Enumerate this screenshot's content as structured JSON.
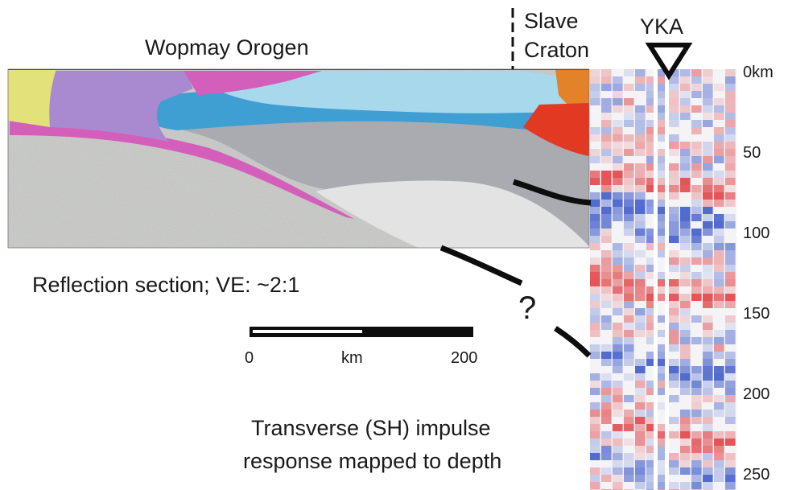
{
  "labels": {
    "orogen": "Wopmay Orogen",
    "craton_line1": "Slave",
    "craton_line2": "Craton",
    "station": "YKA",
    "reflection": "Reflection section; VE: ~2:1",
    "question": "?",
    "receiver_line1": "Transverse (SH) impulse",
    "receiver_line2": "response mapped to depth"
  },
  "scale_bar": {
    "start": "0",
    "unit": "km",
    "end": "200"
  },
  "depth_axis": {
    "ticks": [
      "0km",
      "50",
      "100",
      "150",
      "200",
      "250"
    ],
    "values_km": [
      0,
      50,
      100,
      150,
      200,
      250
    ]
  },
  "colors": {
    "yellow_unit": "#e3e27a",
    "purple_unit": "#a98ad0",
    "magenta_unit": "#d45fbb",
    "light_blue_unit": "#a7d8ec",
    "blue_unit": "#3f9ed2",
    "orange_unit": "#e4822a",
    "red_unit": "#e23a22",
    "grey_crust": "#a9abb0",
    "light_grey_body": "#e3e3e3",
    "mantle_speckle": "#c9cac8",
    "positive_amplitude": "#e0383c",
    "negative_amplitude": "#3552c8"
  }
}
